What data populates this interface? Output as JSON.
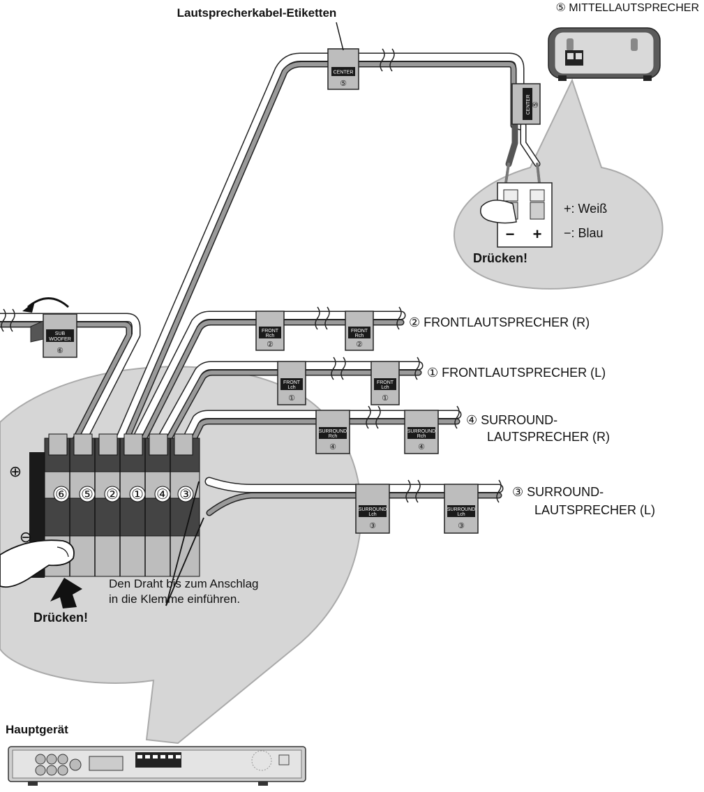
{
  "labels": {
    "cable_labels_title": "Lautsprecherkabel-Etiketten",
    "center_speaker": "⑤ MITTELLAUTSPRECHER",
    "front_r": "② FRONTLAUTSPRECHER (R)",
    "front_l": "① FRONTLAUTSPRECHER (L)",
    "surround_r_1": "④ SURROUND-",
    "surround_r_2": "LAUTSPRECHER (R)",
    "surround_l_1": "③ SURROUND-",
    "surround_l_2": "LAUTSPRECHER (L)",
    "plus_white": "+: Weiß",
    "minus_blue": "−: Blau",
    "press_top": "Drücken!",
    "press_bottom": "Drücken!",
    "insert_wire_1": "Den Draht bis zum Anschlag",
    "insert_wire_2": "in die Klemme einführen.",
    "main_unit": "Hauptgerät",
    "terminal_plus": "+",
    "terminal_minus": "−",
    "polarity_plus": "⊕",
    "polarity_minus": "⊖"
  },
  "terminal_numbers": [
    "⑥",
    "⑤",
    "②",
    "①",
    "④",
    "③"
  ],
  "cable_tags": {
    "center": {
      "text": "CENTER",
      "num": "⑤"
    },
    "front_r": {
      "line1": "FRONT",
      "line2": "Rch",
      "num": "②"
    },
    "front_l": {
      "line1": "FRONT",
      "line2": "Lch",
      "num": "①"
    },
    "surround_r": {
      "line1": "SURROUND",
      "line2": "Rch",
      "num": "④"
    },
    "surround_l": {
      "line1": "SURROUND",
      "line2": "Lch",
      "num": "③"
    },
    "subwoofer": {
      "line1": "SUB",
      "line2": "WOOFER",
      "num": "⑥"
    }
  },
  "colors": {
    "bubble": "#d6d6d6",
    "cable_white": "#ffffff",
    "cable_gray": "#9a9a9a",
    "outline": "#222222",
    "tag_dark": "#1a1a1a",
    "tag_light": "#bdbdbd"
  }
}
